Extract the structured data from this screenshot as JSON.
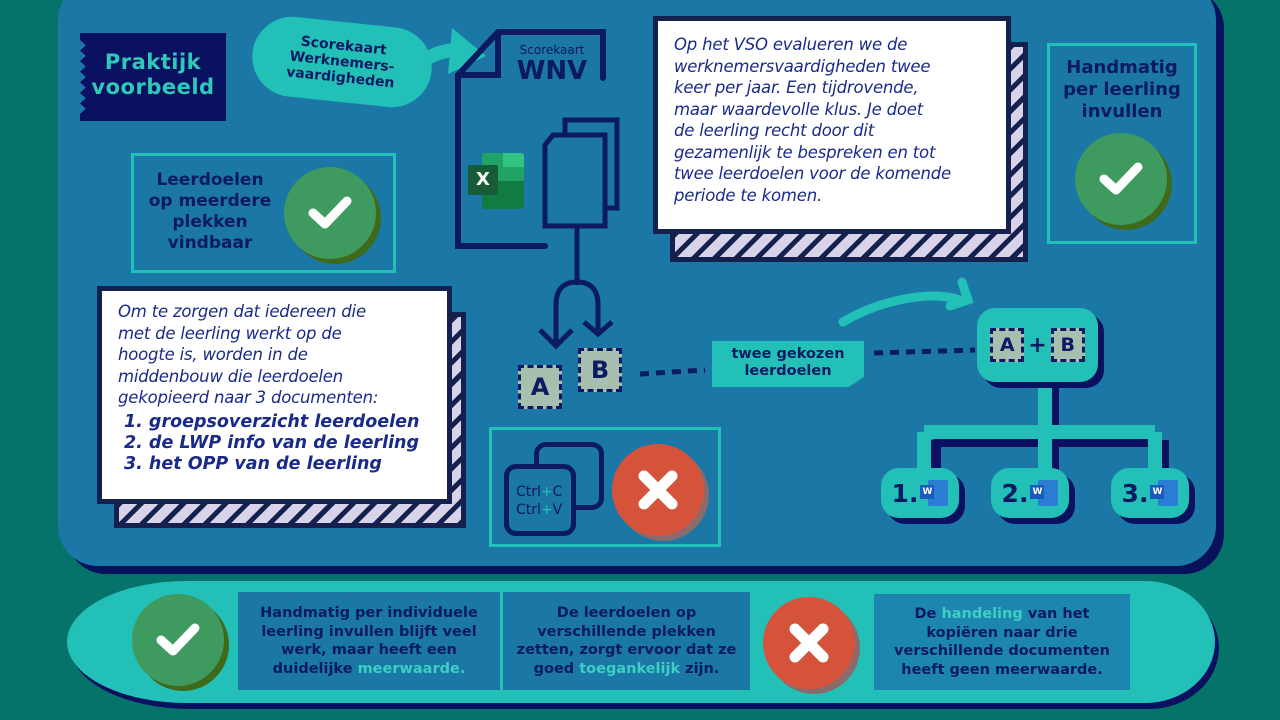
{
  "tag": {
    "line1": "Praktijk",
    "line2": "voorbeeld"
  },
  "bubble": {
    "line1": "Scorekaart",
    "line2": "Werknemers-",
    "line3": "vaardigheden"
  },
  "document": {
    "subtitle": "Scorekaart",
    "title": "WNV",
    "app_icon": "excel-icon",
    "app_letter": "X"
  },
  "note_top": {
    "lines": [
      "Op het VSO evalueren we de",
      "werknemersvaardigheden twee",
      "keer per jaar. Een tijdrovende,",
      "maar waardevolle klus. Je doet",
      "de leerling recht door dit",
      "gezamenlijk te bespreken en tot",
      "twee leerdoelen voor de komende",
      "periode te komen."
    ]
  },
  "box_manual": {
    "line1": "Handmatig",
    "line2": "per leerling",
    "line3": "invullen",
    "status": "check"
  },
  "box_goals": {
    "line1": "Leerdoelen",
    "line2": "op meerdere",
    "line3": "plekken",
    "line4": "vindbaar",
    "status": "check"
  },
  "note_left": {
    "lines": [
      "Om te zorgen dat iedereen die",
      "met de leerling werkt op de",
      "hoogte is, worden in de",
      "middenbouw die leerdoelen",
      "gekopieerd naar 3 documenten:"
    ],
    "list": [
      "1. groepsoverzicht leerdoelen",
      "2. de LWP info van de leerling",
      "3. het OPP van de leerling"
    ]
  },
  "goals": {
    "a": "A",
    "b": "B",
    "plus": "+"
  },
  "label_chosen": {
    "line1": "twee gekozen",
    "line2": "leerdoelen"
  },
  "copy_box": {
    "line1_a": "Ctrl",
    "line1_sep": "+",
    "line1_b": "C",
    "line2_a": "Ctrl",
    "line2_sep": "+",
    "line2_b": "V",
    "status": "cross"
  },
  "docs": [
    {
      "num": "1.",
      "icon": "word-icon",
      "letter": "W"
    },
    {
      "num": "2.",
      "icon": "word-icon",
      "letter": "W"
    },
    {
      "num": "3.",
      "icon": "word-icon",
      "letter": "W"
    }
  ],
  "bottom": {
    "cell1": {
      "pre": "Handmatig per individuele leerling invullen blijft veel werk, maar heeft een duidelijke ",
      "hl": "meerwaarde.",
      "post": ""
    },
    "cell2": {
      "pre": "De leerdoelen op verschillende plekken zetten, zorgt ervoor dat ze goed ",
      "hl": "toegankelijk",
      "post": " zijn."
    },
    "cell3": {
      "pre": "De ",
      "hl": "handeling",
      "post": " van het kopiëren naar drie verschillende documenten heeft geen meerwaarde."
    }
  },
  "colors": {
    "background": "#06736a",
    "panel": "#1a77a6",
    "navy": "#0b1a63",
    "teal": "#22c0b6",
    "check_green": "#3f9a5f",
    "cross_red": "#d6533b"
  }
}
